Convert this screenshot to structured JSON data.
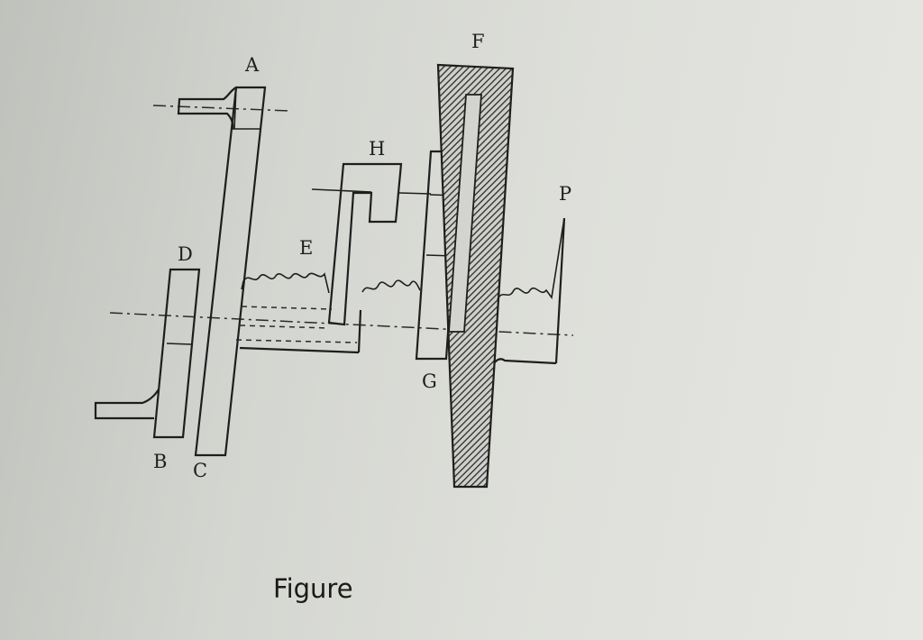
{
  "labels": {
    "A": "A",
    "B": "B",
    "C": "C",
    "D": "D",
    "E": "E",
    "F": "F",
    "G": "G",
    "H": "H",
    "P": "P"
  },
  "caption": "Figure",
  "colors": {
    "ink": "#1e1e1e",
    "paper": "#d8d9d4"
  }
}
